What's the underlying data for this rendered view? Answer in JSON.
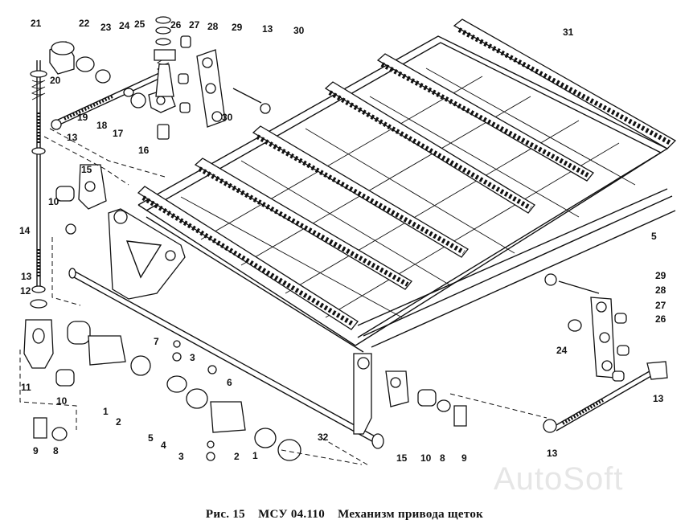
{
  "caption": {
    "figure": "Рис. 15",
    "code": "МСУ 04.110",
    "title": "Механизм привода щеток"
  },
  "watermark": "AutoSoft",
  "callouts": [
    "21",
    "22",
    "23",
    "24",
    "25",
    "26",
    "27",
    "28",
    "29",
    "13",
    "30",
    "31",
    "20",
    "19",
    "18",
    "17",
    "13",
    "16",
    "15",
    "10",
    "14",
    "13",
    "12",
    "11",
    "10",
    "9",
    "8",
    "7",
    "3",
    "6",
    "1",
    "2",
    "5",
    "4",
    "3",
    "2",
    "1",
    "32",
    "15",
    "10",
    "8",
    "9",
    "13",
    "29",
    "28",
    "27",
    "26",
    "24",
    "13",
    "30",
    "5"
  ]
}
